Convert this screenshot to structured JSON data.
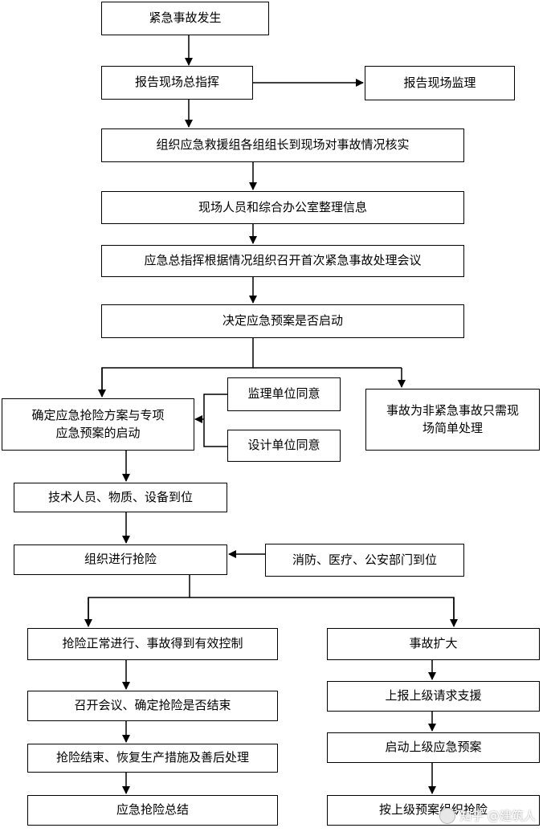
{
  "nodes": {
    "accident": "紧急事故发生",
    "report_chief": "报告现场总指挥",
    "report_supervision": "报告现场监理",
    "organize_verify": "组织应急救援组各组组长到现场对事故情况核实",
    "organize_info": "现场人员和综合办公室整理信息",
    "first_meeting": "应急总指挥根据情况组织召开首次紧急事故处理会议",
    "decide_plan": "决定应急预案是否启动",
    "rescue_plan": [
      "确定应急抢险方案与专项",
      "应急预案的启动"
    ],
    "supervision_agree": "监理单位同意",
    "design_agree": "设计单位同意",
    "non_emergency": [
      "事故为非紧急事故只需现",
      "场简单处理"
    ],
    "tech_ready": "技术人员、物质、设备到位",
    "organize_rescue": "组织进行抢险",
    "departments_arrive": "消防、医疗、公安部门到位",
    "normal_rescue": "抢险正常进行、事故得到有效控制",
    "meeting_end": "召开会议、确定抢险是否结束",
    "rescue_end": "抢险结束、恢复生产措施及善后处理",
    "summary": "应急抢险总结",
    "expand": "事故扩大",
    "report_superior": "上报上级请求支援",
    "start_superior": "启动上级应急预案",
    "superior_rescue": "按上级预案组织抢险"
  },
  "watermark": "知乎 @建筑人"
}
